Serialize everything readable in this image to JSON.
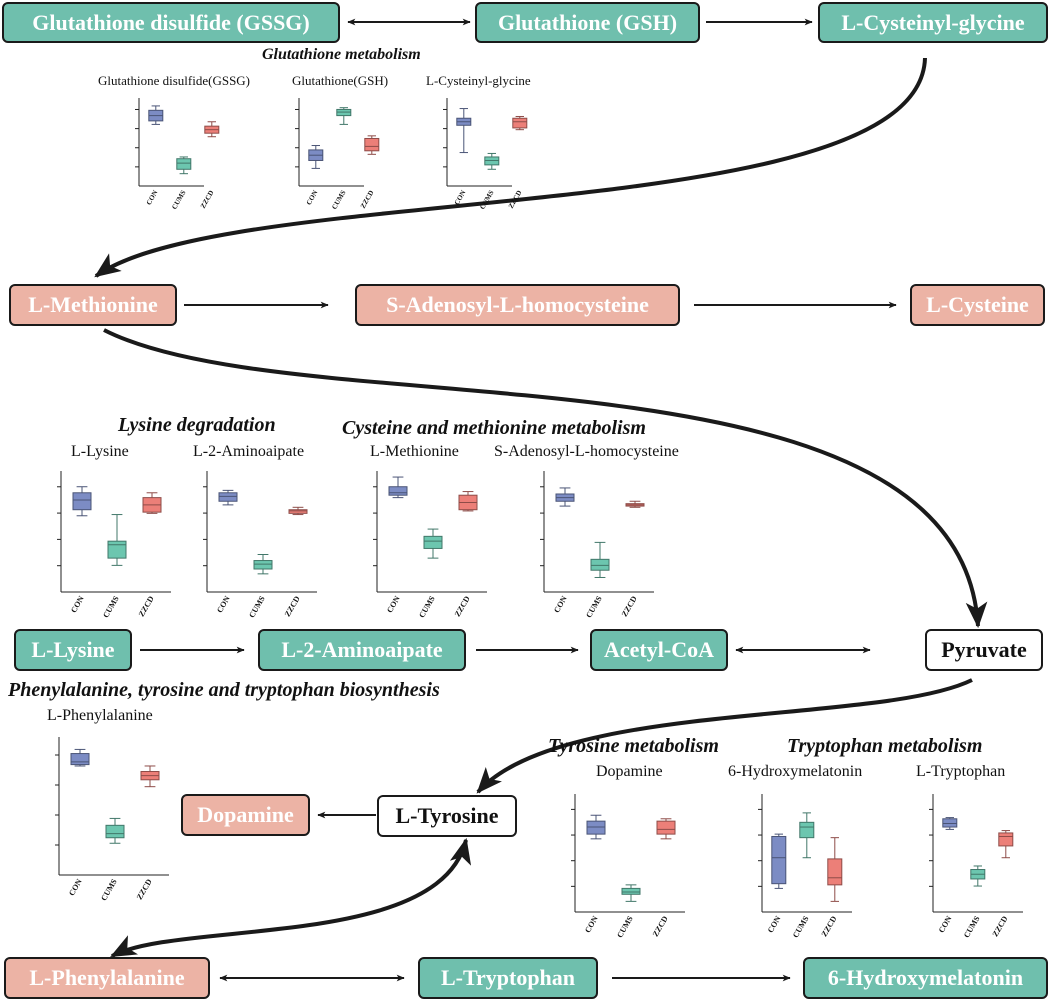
{
  "nodes": {
    "gssg": "Glutathione disulfide (GSSG)",
    "gsh": "Glutathione (GSH)",
    "cysgly": "L-Cysteinyl-glycine",
    "methionine": "L-Methionine",
    "sah": "S-Adenosyl-L-homocysteine",
    "cysteine": "L-Cysteine",
    "lysine": "L-Lysine",
    "aminoaipate": "L-2-Aminoaipate",
    "acetylcoa": "Acetyl-CoA",
    "pyruvate": "Pyruvate",
    "dopamine": "Dopamine",
    "tyrosine": "L-Tyrosine",
    "phenylalanine": "L-Phenylalanine",
    "tryptophan": "L-Tryptophan",
    "hydroxymelatonin": "6-Hydroxymelatonin"
  },
  "pathways": {
    "glutathione": "Glutathione metabolism",
    "lysine": "Lysine degradation",
    "cysmet": "Cysteine and methionine metabolism",
    "phetyrtrp": "Phenylalanine, tyrosine and tryptophan biosynthesis",
    "tyrosine": "Tyrosine metabolism",
    "tryptophan": "Tryptophan metabolism"
  },
  "plot_titles": {
    "gssg": "Glutathione disulfide(GSSG)",
    "gsh": "Glutathione(GSH)",
    "cysgly": "L-Cysteinyl-glycine",
    "lysine": "L-Lysine",
    "aminoaipate": "L-2-Aminoaipate",
    "methionine": "L-Methionine",
    "sah": "S-Adenosyl-L-homocysteine",
    "phenylalanine": "L-Phenylalanine",
    "dopamine": "Dopamine",
    "hydroxymelatonin": "6-Hydroxymelatonin",
    "tryptophan": "L-Tryptophan"
  },
  "colors": {
    "teal_node": "#6fbfad",
    "salmon_node": "#ecb3a5",
    "con": "#7c8cc4",
    "cums": "#6cc6af",
    "zzcd": "#ec7f78"
  },
  "chart_data": [
    {
      "id": "gssg",
      "type": "boxplot",
      "title": "Glutathione disulfide(GSSG)",
      "categories": [
        "CON",
        "CUMS",
        "ZZCD"
      ],
      "ylim": [
        0,
        100
      ],
      "boxes": [
        {
          "min": 70,
          "q1": 74,
          "median": 80,
          "q3": 86,
          "max": 91
        },
        {
          "min": 14,
          "q1": 19,
          "median": 26,
          "q3": 31,
          "max": 33
        },
        {
          "min": 56,
          "q1": 60,
          "median": 64,
          "q3": 68,
          "max": 73
        }
      ]
    },
    {
      "id": "gsh",
      "type": "boxplot",
      "title": "Glutathione(GSH)",
      "categories": [
        "CON",
        "CUMS",
        "ZZCD"
      ],
      "ylim": [
        0,
        100
      ],
      "boxes": [
        {
          "min": 20,
          "q1": 29,
          "median": 35,
          "q3": 41,
          "max": 46
        },
        {
          "min": 70,
          "q1": 80,
          "median": 84,
          "q3": 87,
          "max": 89
        },
        {
          "min": 36,
          "q1": 40,
          "median": 45,
          "q3": 54,
          "max": 57
        }
      ]
    },
    {
      "id": "cysgly",
      "type": "boxplot",
      "title": "L-Cysteinyl-glycine",
      "categories": [
        "CON",
        "CUMS",
        "ZZCD"
      ],
      "ylim": [
        0,
        100
      ],
      "boxes": [
        {
          "min": 38,
          "q1": 69,
          "median": 73,
          "q3": 77,
          "max": 88
        },
        {
          "min": 19,
          "q1": 24,
          "median": 29,
          "q3": 33,
          "max": 37
        },
        {
          "min": 64,
          "q1": 66,
          "median": 73,
          "q3": 77,
          "max": 79
        }
      ]
    },
    {
      "id": "lysine",
      "type": "boxplot",
      "title": "L-Lysine",
      "categories": [
        "CON",
        "CUMS",
        "ZZCD"
      ],
      "ylim": [
        0,
        100
      ],
      "boxes": [
        {
          "min": 63,
          "q1": 68,
          "median": 76,
          "q3": 82,
          "max": 87
        },
        {
          "min": 22,
          "q1": 28,
          "median": 39,
          "q3": 42,
          "max": 64
        },
        {
          "min": 65,
          "q1": 66,
          "median": 72,
          "q3": 78,
          "max": 82
        }
      ]
    },
    {
      "id": "aminoaipate",
      "type": "boxplot",
      "title": "L-2-Aminoaipate",
      "categories": [
        "CON",
        "CUMS",
        "ZZCD"
      ],
      "ylim": [
        0,
        100
      ],
      "boxes": [
        {
          "min": 72,
          "q1": 75,
          "median": 79,
          "q3": 82,
          "max": 84
        },
        {
          "min": 15,
          "q1": 19,
          "median": 23,
          "q3": 26,
          "max": 31
        },
        {
          "min": 64,
          "q1": 65,
          "median": 67,
          "q3": 68,
          "max": 70
        }
      ]
    },
    {
      "id": "methionine",
      "type": "boxplot",
      "title": "L-Methionine",
      "categories": [
        "CON",
        "CUMS",
        "ZZCD"
      ],
      "ylim": [
        0,
        100
      ],
      "boxes": [
        {
          "min": 78,
          "q1": 80,
          "median": 82,
          "q3": 87,
          "max": 95
        },
        {
          "min": 28,
          "q1": 36,
          "median": 42,
          "q3": 46,
          "max": 52
        },
        {
          "min": 67,
          "q1": 68,
          "median": 74,
          "q3": 80,
          "max": 83
        }
      ]
    },
    {
      "id": "sah",
      "type": "boxplot",
      "title": "S-Adenosyl-L-homocysteine",
      "categories": [
        "CON",
        "CUMS",
        "ZZCD"
      ],
      "ylim": [
        0,
        100
      ],
      "boxes": [
        {
          "min": 71,
          "q1": 75,
          "median": 78,
          "q3": 81,
          "max": 86
        },
        {
          "min": 12,
          "q1": 18,
          "median": 22,
          "q3": 27,
          "max": 41
        },
        {
          "min": 70,
          "q1": 71,
          "median": 72,
          "q3": 73,
          "max": 75
        }
      ]
    },
    {
      "id": "phenylalanine",
      "type": "boxplot",
      "title": "L-Phenylalanine",
      "categories": [
        "CON",
        "CUMS",
        "ZZCD"
      ],
      "ylim": [
        0,
        100
      ],
      "boxes": [
        {
          "min": 79,
          "q1": 80,
          "median": 82,
          "q3": 88,
          "max": 91
        },
        {
          "min": 23,
          "q1": 27,
          "median": 30,
          "q3": 36,
          "max": 41
        },
        {
          "min": 64,
          "q1": 69,
          "median": 72,
          "q3": 75,
          "max": 79
        }
      ]
    },
    {
      "id": "dopamine",
      "type": "boxplot",
      "title": "Dopamine",
      "categories": [
        "CON",
        "CUMS",
        "ZZCD"
      ],
      "ylim": [
        0,
        100
      ],
      "boxes": [
        {
          "min": 62,
          "q1": 66,
          "median": 72,
          "q3": 77,
          "max": 82
        },
        {
          "min": 9,
          "q1": 15,
          "median": 17,
          "q3": 20,
          "max": 23
        },
        {
          "min": 62,
          "q1": 66,
          "median": 70,
          "q3": 77,
          "max": 79
        }
      ]
    },
    {
      "id": "hydroxymelatonin",
      "type": "boxplot",
      "title": "6-Hydroxymelatonin",
      "categories": [
        "CON",
        "CUMS",
        "ZZCD"
      ],
      "ylim": [
        0,
        100
      ],
      "boxes": [
        {
          "min": 20,
          "q1": 24,
          "median": 46,
          "q3": 64,
          "max": 66
        },
        {
          "min": 46,
          "q1": 63,
          "median": 72,
          "q3": 76,
          "max": 84
        },
        {
          "min": 9,
          "q1": 23,
          "median": 29,
          "q3": 45,
          "max": 63
        }
      ]
    },
    {
      "id": "tryptophan",
      "type": "boxplot",
      "title": "L-Tryptophan",
      "categories": [
        "CON",
        "CUMS",
        "ZZCD"
      ],
      "ylim": [
        0,
        100
      ],
      "boxes": [
        {
          "min": 70,
          "q1": 72,
          "median": 75,
          "q3": 79,
          "max": 80
        },
        {
          "min": 22,
          "q1": 28,
          "median": 32,
          "q3": 36,
          "max": 39
        },
        {
          "min": 46,
          "q1": 56,
          "median": 64,
          "q3": 67,
          "max": 69
        }
      ]
    }
  ]
}
